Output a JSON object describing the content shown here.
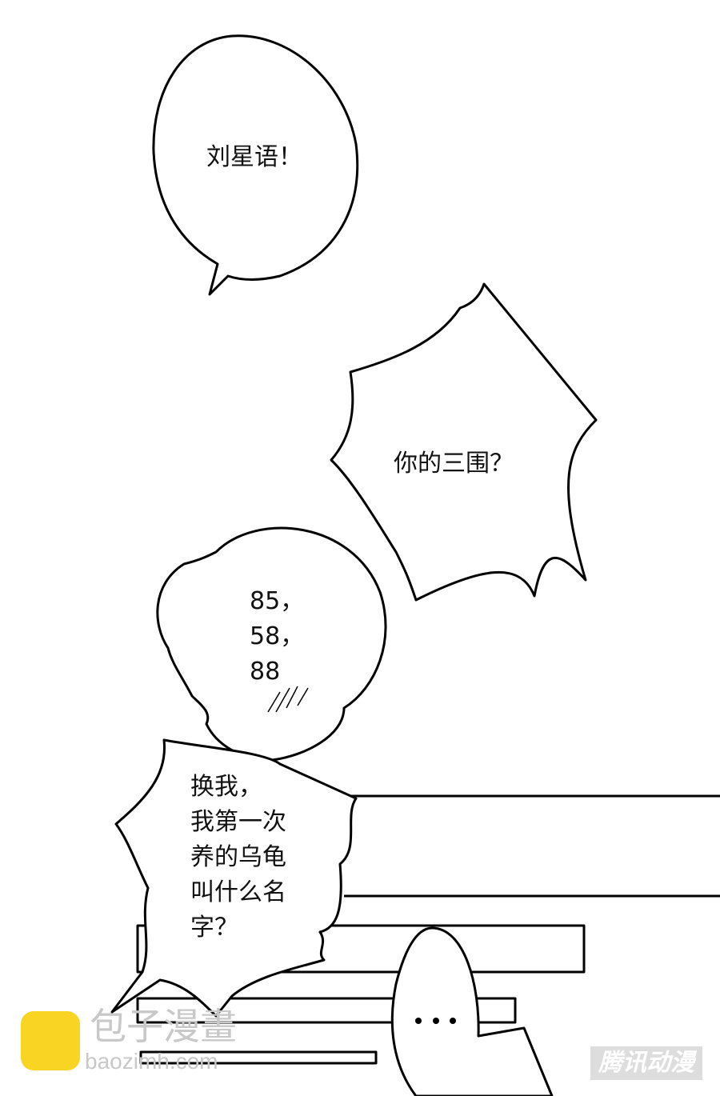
{
  "panel": {
    "bubbles": [
      {
        "text": "刘星语！"
      },
      {
        "text": "你的三围？"
      },
      {
        "text": "85，\n58，\n88"
      },
      {
        "text": "换我，\n我第一次\n养的乌龟\n叫什么名\n字？"
      },
      {
        "text": "..."
      }
    ]
  },
  "watermarks": {
    "site_name": "包子漫畫",
    "site_url": "baozimh.com",
    "publisher": "腾讯动漫",
    "logo_color": "#f9d423"
  }
}
